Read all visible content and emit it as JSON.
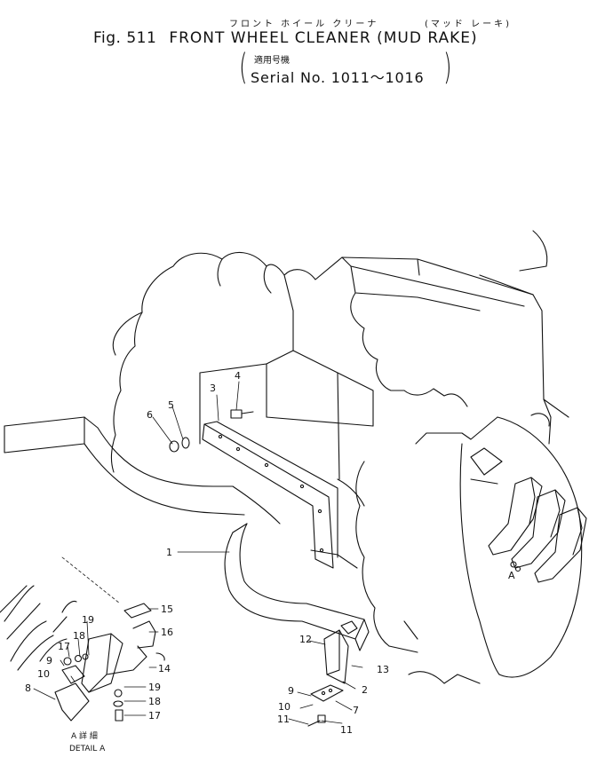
{
  "header": {
    "katakana_title": "フロント ホイール クリーナ",
    "katakana_sub": "(マッド レーキ)",
    "fig_no": "Fig. 511",
    "title": "FRONT WHEEL CLEANER (MUD RAKE)",
    "applicability_label": "適用号機",
    "serial": "Serial No. 1011～1016"
  },
  "callouts": {
    "c1": "1",
    "c2": "2",
    "c3": "3",
    "c4": "4",
    "c5": "5",
    "c6": "6",
    "c7": "7",
    "c9": "9",
    "c10": "10",
    "c11a": "11",
    "c11b": "11",
    "c12": "12",
    "c13": "13",
    "cA": "A",
    "d8": "8",
    "d9": "9",
    "d10": "10",
    "d14": "14",
    "d15": "15",
    "d16": "16",
    "d17a": "17",
    "d17b": "17",
    "d18a": "18",
    "d18b": "18",
    "d19a": "19",
    "d19b": "19"
  },
  "detail": {
    "label_jp": "A 詳 細",
    "label_en": "DETAIL A"
  }
}
